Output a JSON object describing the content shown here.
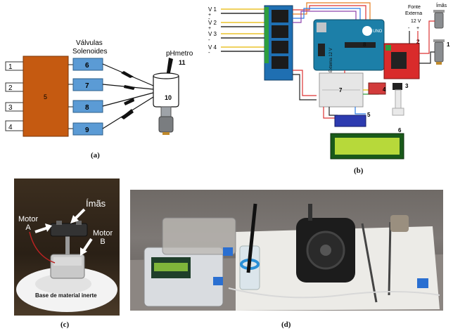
{
  "panel_a": {
    "caption": "(a)",
    "controller_label": "5",
    "input_labels": [
      "1",
      "2",
      "3",
      "4"
    ],
    "valves_title_line1": "Válvulas",
    "valves_title_line2": "Solenoides",
    "valve_labels": [
      "6",
      "7",
      "8",
      "9"
    ],
    "phmeter_label": "pHmetro",
    "phmeter_number": "11",
    "beaker_label": "10",
    "colors": {
      "controller": "#c55a11",
      "valve": "#5b9bd5"
    }
  },
  "panel_b": {
    "caption": "(b)",
    "voltage_labels": [
      "V 1",
      "V 2",
      "V 3",
      "V 4"
    ],
    "plus_sign": "+",
    "minus_sign": "-",
    "external_source_line1": "Fonte",
    "external_source_line2": "Externa",
    "external_source_voltage": "12 V",
    "magnets_label": "Ímãs",
    "component_labels": [
      "1",
      "2",
      "3",
      "4",
      "5",
      "6",
      "7",
      "8"
    ],
    "arduino_text": "UNO",
    "vertical_source_text": "Fonte Externa 12 V"
  },
  "panel_c": {
    "caption": "(c)",
    "motor_a": "Motor\nA",
    "magnets": "Ímãs",
    "motor_b": "Motor\nB",
    "base": "Base de material inerte"
  },
  "panel_d": {
    "caption": "(d)"
  }
}
